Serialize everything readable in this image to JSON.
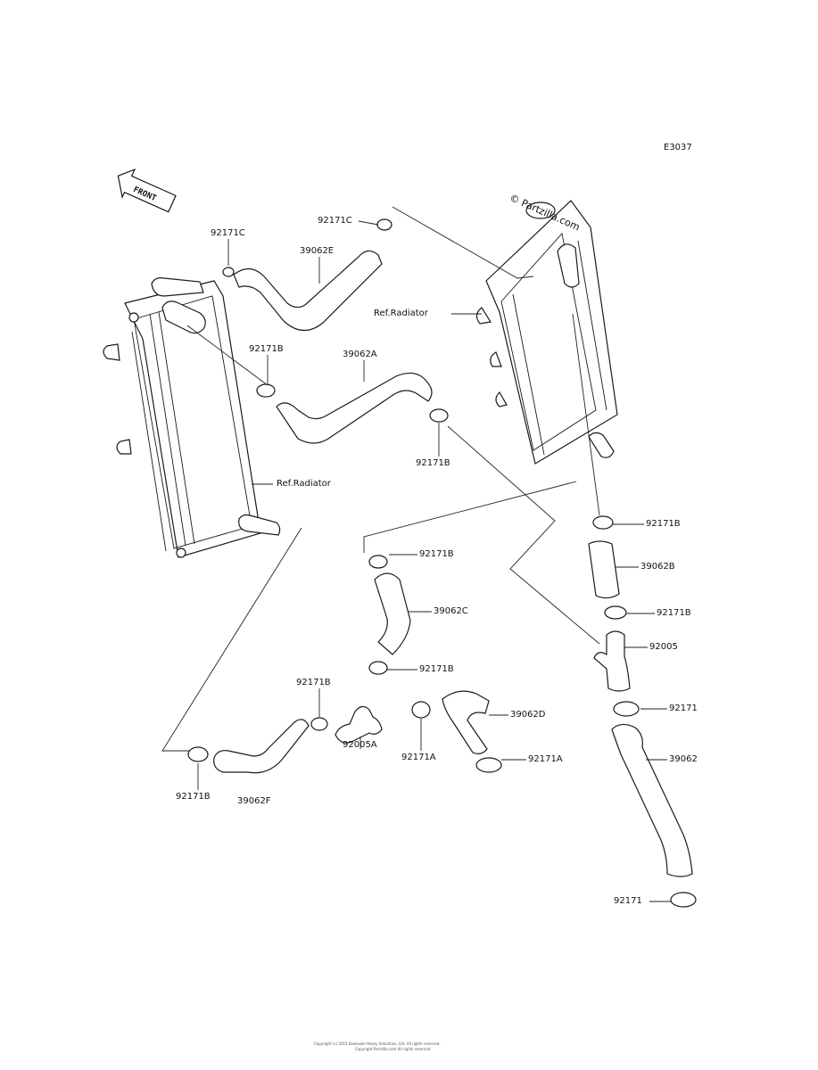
{
  "diagram_code": "E3037",
  "watermark": "© Partzilla.com",
  "front_label": "FRONT",
  "labels": {
    "ref_radiator_right": "Ref.Radiator",
    "ref_radiator_left": "Ref.Radiator",
    "p_92171c_top": "92171C",
    "p_92171c_left": "92171C",
    "p_39062e": "39062E",
    "p_92171b_a": "92171B",
    "p_39062a": "39062A",
    "p_92171b_b": "92171B",
    "p_92171b_c": "92171B",
    "p_92171b_d": "92171B",
    "p_39062b": "39062B",
    "p_92171b_e": "92171B",
    "p_92005": "92005",
    "p_92171_a": "92171",
    "p_39062c": "39062C",
    "p_92171b_f": "92171B",
    "p_92171b_g": "92171B",
    "p_92005a": "92005A",
    "p_92171a_a": "92171A",
    "p_39062d": "39062D",
    "p_92171a_b": "92171A",
    "p_39062": "39062",
    "p_92171b_h": "92171B",
    "p_39062f": "39062F",
    "p_92171_b": "92171"
  },
  "footer": {
    "line1": "Copyright (c) 2015 Kawasaki Heavy Industries, Ltd. All rights reserved.",
    "line2": "Copyright Partzilla.com All rights reserved."
  }
}
